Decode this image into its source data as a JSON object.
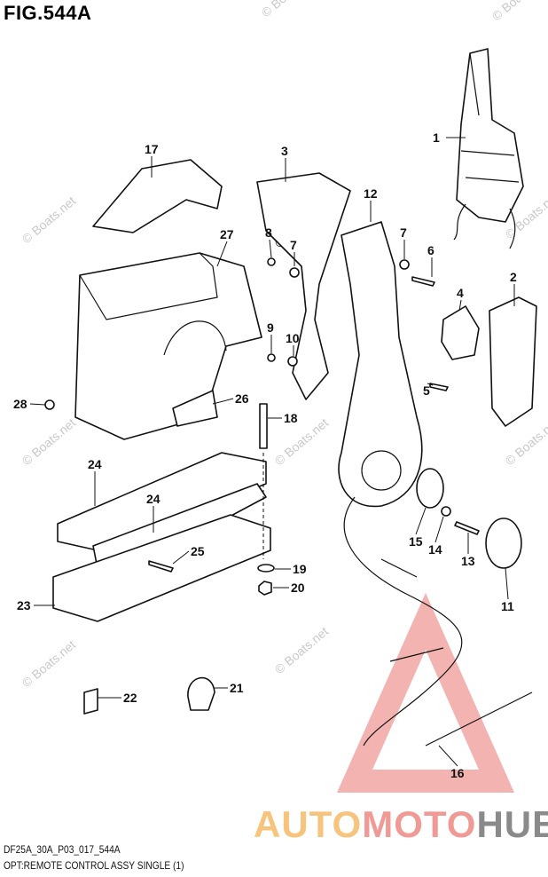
{
  "figure": {
    "title": "FIG.544A",
    "code": "DF25A_30A_P03_017_544A",
    "caption": "OPT:REMOTE CONTROL ASSY SINGLE (1)"
  },
  "watermark": {
    "text": "© Boats.net"
  },
  "logo": {
    "part1": "AUTO",
    "part2": "MOTO",
    "part3": "HUB",
    "colors": {
      "auto": "#f7c47d",
      "moto": "#ef9a95",
      "hub": "#8a8a8a"
    }
  },
  "callouts": {
    "c1": "1",
    "c2": "2",
    "c3": "3",
    "c4": "4",
    "c5": "5",
    "c6": "6",
    "c7a": "7",
    "c7b": "7",
    "c8": "8",
    "c9": "9",
    "c10": "10",
    "c11": "11",
    "c12": "12",
    "c13": "13",
    "c14": "14",
    "c15": "15",
    "c16": "16",
    "c17": "17",
    "c18": "18",
    "c19": "19",
    "c20": "20",
    "c21": "21",
    "c22": "22",
    "c23": "23",
    "c24a": "24",
    "c24b": "24",
    "c25": "25",
    "c26": "26",
    "c27": "27",
    "c28": "28"
  }
}
